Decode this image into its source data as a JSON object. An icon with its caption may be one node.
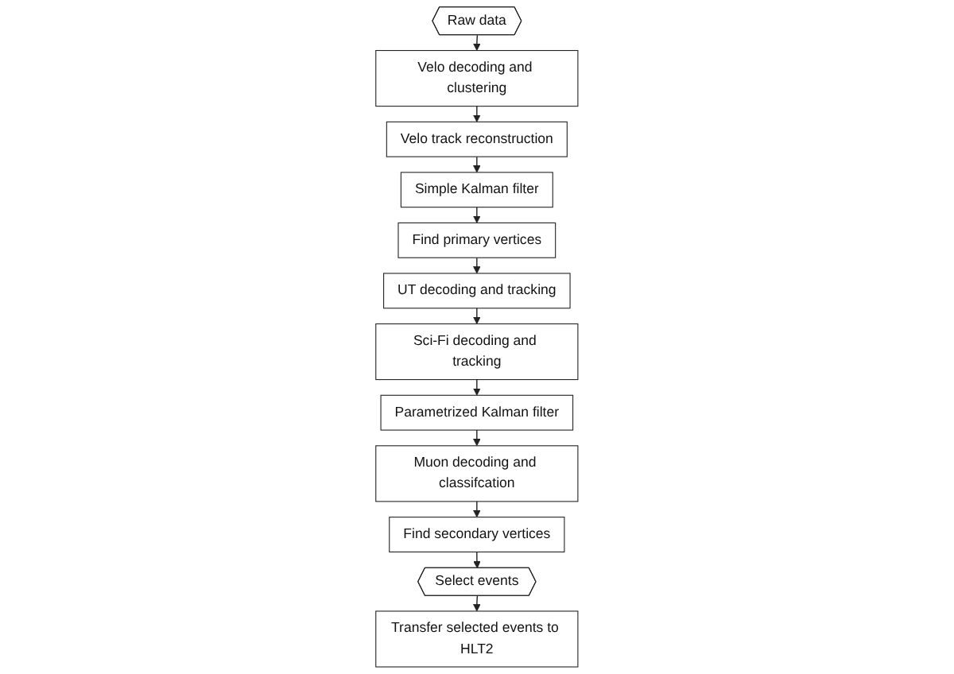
{
  "diagram": {
    "nodes": [
      {
        "text": [
          "Raw data"
        ]
      },
      {
        "text": [
          "Velo decoding and clustering"
        ]
      },
      {
        "text": [
          "Velo track reconstruction"
        ]
      },
      {
        "text": [
          "Simple Kalman filter"
        ]
      },
      {
        "text": [
          "Find primary vertices"
        ]
      },
      {
        "text": [
          "UT decoding and tracking"
        ]
      },
      {
        "text": [
          "Sci-Fi decoding and tracking"
        ]
      },
      {
        "text": [
          "Parametrized Kalman filter"
        ]
      },
      {
        "text": [
          "Muon decoding and classifcation"
        ]
      },
      {
        "text": [
          "Find secondary vertices"
        ]
      },
      {
        "text": [
          "Select events"
        ]
      },
      {
        "text": [
          "Transfer selected events to HLT2"
        ]
      }
    ],
    "edges": [
      {
        "from": 0,
        "to": 1,
        "arrow": "to"
      },
      {
        "from": 1,
        "to": 2,
        "arrow": "to"
      },
      {
        "from": 2,
        "to": 3,
        "arrow": "to"
      },
      {
        "from": 3,
        "to": 4,
        "arrow": "to"
      },
      {
        "from": 4,
        "to": 5,
        "arrow": "to"
      },
      {
        "from": 5,
        "to": 6,
        "arrow": "to"
      },
      {
        "from": 6,
        "to": 7,
        "arrow": "to"
      },
      {
        "from": 7,
        "to": 8,
        "arrow": "to"
      },
      {
        "from": 8,
        "to": 9,
        "arrow": "to"
      },
      {
        "from": 9,
        "to": 10,
        "arrow": "to"
      },
      {
        "from": 10,
        "to": 11,
        "arrow": "to"
      }
    ]
  }
}
